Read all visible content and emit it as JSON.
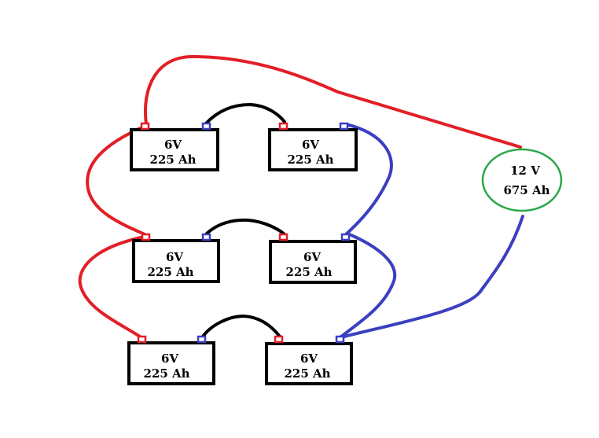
{
  "colors": {
    "positive_wire": "#e21f26",
    "negative_wire": "#3b3fc0",
    "series_link": "#000000",
    "battery_outline": "#000000",
    "positive_terminal": "#e21f26",
    "negative_terminal": "#3b3fc0",
    "summary_outline": "#2ba84a"
  },
  "batteries": [
    {
      "voltage": "6V",
      "capacity": "225 Ah"
    },
    {
      "voltage": "6V",
      "capacity": "225 Ah"
    },
    {
      "voltage": "6V",
      "capacity": "225 Ah"
    },
    {
      "voltage": "6V",
      "capacity": "225 Ah"
    },
    {
      "voltage": "6V",
      "capacity": "225 Ah"
    },
    {
      "voltage": "6V",
      "capacity": "225 Ah"
    }
  ],
  "summary": {
    "voltage": "12 V",
    "capacity": "675 Ah"
  }
}
